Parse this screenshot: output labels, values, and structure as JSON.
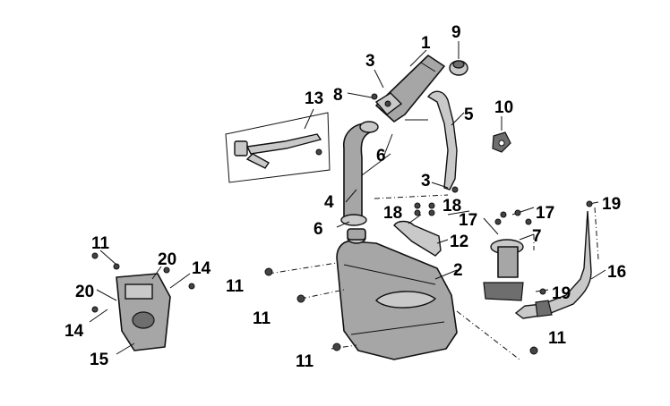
{
  "callouts": {
    "c1": "1",
    "c2": "2",
    "c3a": "3",
    "c3b": "3",
    "c5": "5",
    "c6a": "6",
    "c6b": "6",
    "c4": "4",
    "c7": "7",
    "c8": "8",
    "c9": "9",
    "c10": "10",
    "c11a": "11",
    "c11b": "11",
    "c11c": "11",
    "c11d": "11",
    "c11e": "11",
    "c12": "12",
    "c13": "13",
    "c14a": "14",
    "c14b": "14",
    "c15": "15",
    "c16": "16",
    "c17a": "17",
    "c17b": "17",
    "c18a": "18",
    "c18b": "18",
    "c19a": "19",
    "c19b": "19",
    "c20a": "20",
    "c20b": "20"
  }
}
